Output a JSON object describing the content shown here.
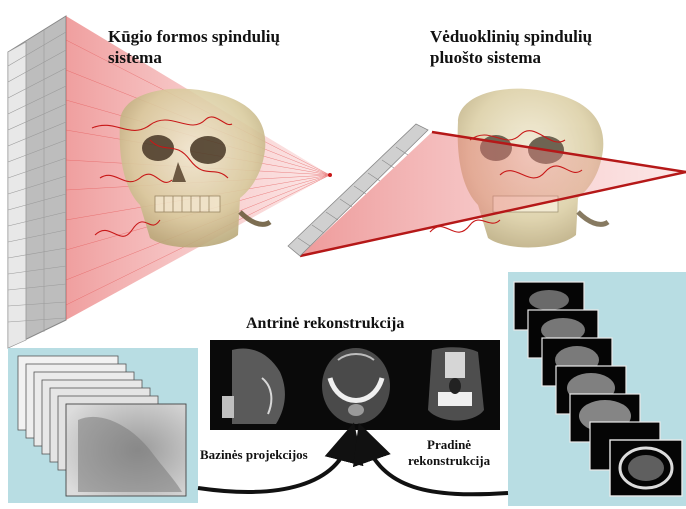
{
  "labels": {
    "cone_beam_title": [
      "Kūgio formos spindulių",
      "sistema"
    ],
    "fan_beam_title": [
      "Vėduoklinių spindulių",
      "pluošto sistema"
    ],
    "secondary_reconstruction": "Antrinė rekonstrukcija",
    "base_projections": "Bazinės projekcijos",
    "primary_reconstruction": [
      "Pradinė",
      "rekonstrukcija"
    ]
  },
  "colors": {
    "beam_red": "#d42020",
    "panel_blue": "#b8dde3",
    "detector_gray": "#c9c9c9",
    "ct_black": "#0a0a0a"
  }
}
